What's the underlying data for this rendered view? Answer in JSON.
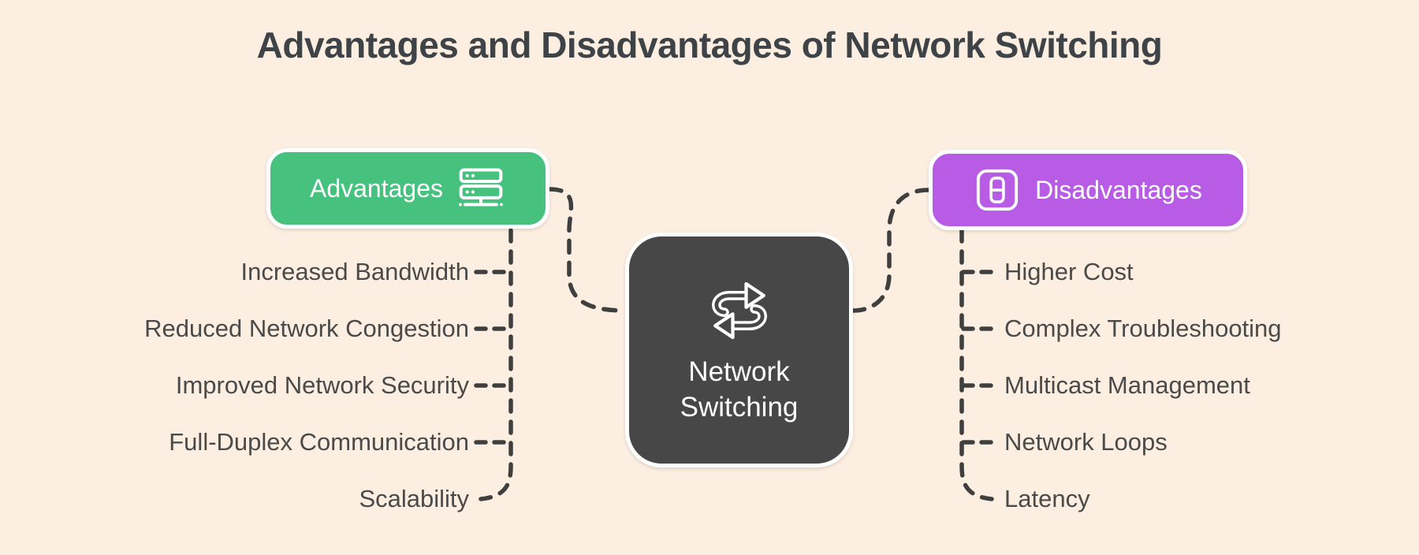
{
  "title": "Advantages and Disadvantages of Network Switching",
  "center": {
    "label_line1": "Network",
    "label_line2": "Switching",
    "icon": "transfer-arrows-icon"
  },
  "advantages": {
    "label": "Advantages",
    "icon": "server-icon",
    "items": [
      "Increased Bandwidth",
      "Reduced Network Congestion",
      "Improved Network Security",
      "Full-Duplex Communication",
      "Scalability"
    ]
  },
  "disadvantages": {
    "label": "Disadvantages",
    "icon": "storage-card-icon",
    "items": [
      "Higher Cost",
      "Complex Troubleshooting",
      "Multicast Management",
      "Network Loops",
      "Latency"
    ]
  },
  "colors": {
    "background": "#FCEEE0",
    "advantages_green": "#47C17E",
    "disadvantages_purple": "#B85CE6",
    "center_dark": "#474747",
    "connector": "#3F3F3F",
    "item_text": "#4A4A4A",
    "title_text": "#3E4347",
    "node_text": "#FFFFFF"
  }
}
